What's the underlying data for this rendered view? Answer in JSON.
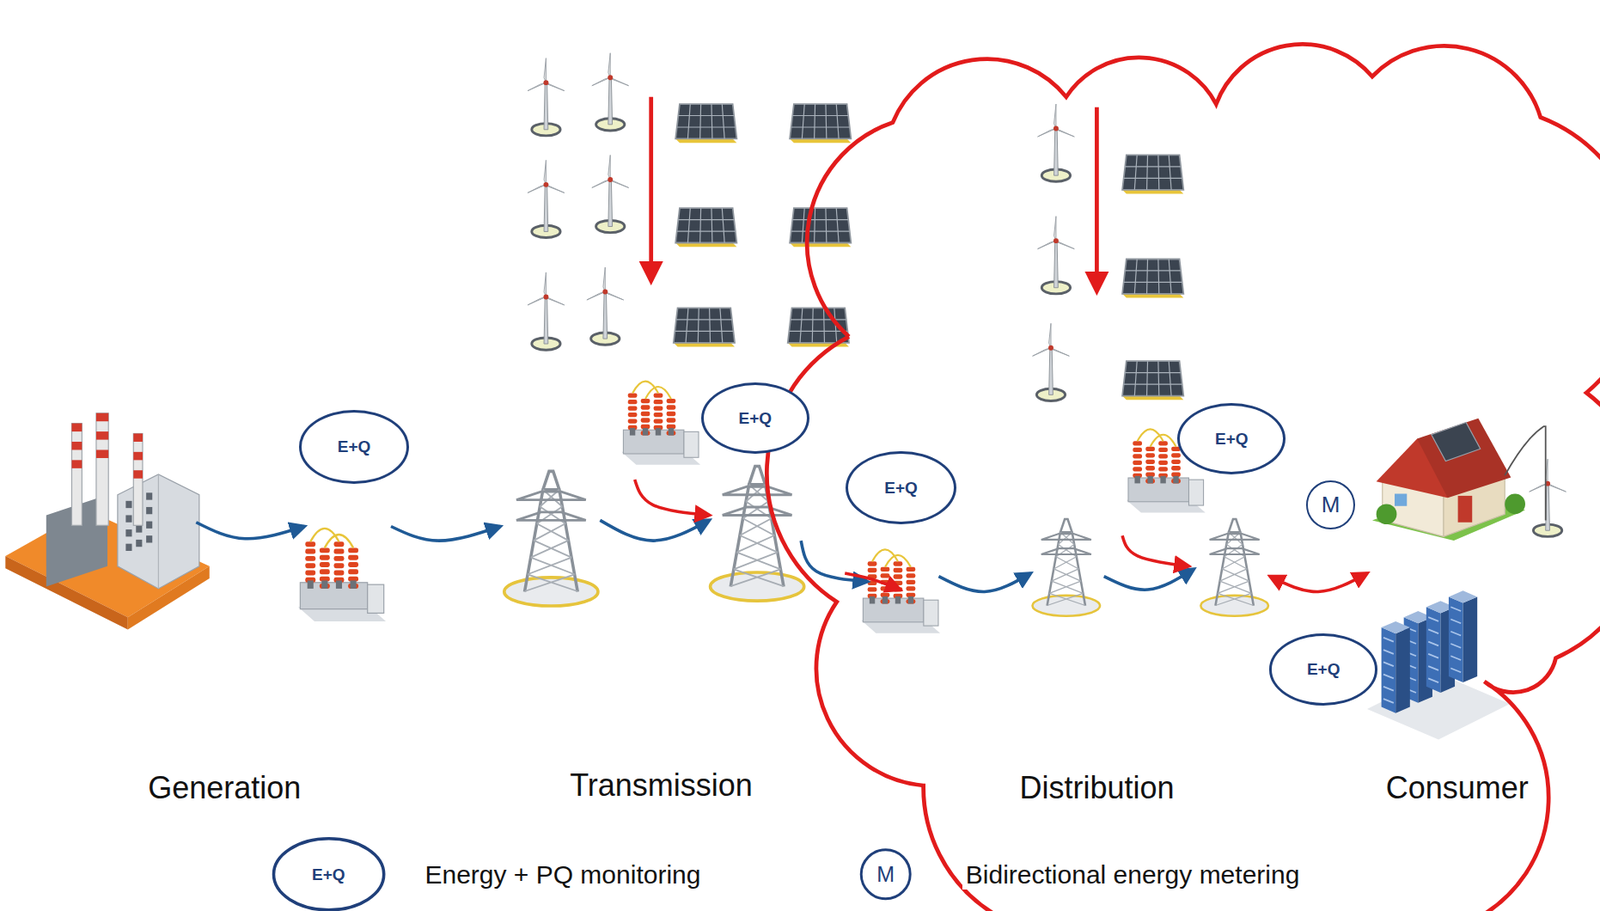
{
  "diagram": {
    "nodes": [
      {
        "text": [
          "E+Q"
        ]
      },
      {
        "text": [
          "E+Q"
        ]
      },
      {
        "text": [
          "E+Q"
        ]
      },
      {
        "text": [
          "E+Q"
        ]
      },
      {
        "text": [
          "M"
        ]
      },
      {
        "text": [
          "E+Q"
        ]
      }
    ],
    "labels": [
      "Generation",
      "Transmission",
      "Distribution",
      "Consumer",
      "E+Q",
      "M"
    ],
    "legend": [
      {
        "text": "Energy + PQ monitoring"
      },
      {
        "text": "Bidirectional energy metering"
      }
    ]
  }
}
